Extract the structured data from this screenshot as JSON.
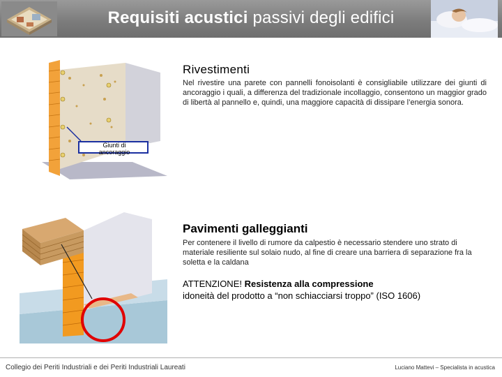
{
  "header": {
    "title_bold": "Requisiti acustici",
    "title_rest": " passivi degli edifici"
  },
  "section1": {
    "title": "Rivestimenti",
    "text": "Nel rivestire una parete con pannelli fonoisolanti è consigliabile utilizzare dei giunti di ancoraggio i quali, a differenza del tradizionale incollaggio, consentono un maggior grado di libertà al pannello e, quindi, una maggiore capacità di dissipare l’energia sonora."
  },
  "callout": {
    "line1": "Giunti di",
    "line2": "ancoraggio"
  },
  "section2": {
    "title": "Pavimenti galleggianti",
    "text": "Per contenere il livello di rumore da calpestio è necessario  stendere uno strato di materiale resiliente sul solaio nudo, al fine di creare una barriera di separazione fra la soletta e la caldana"
  },
  "warning": {
    "prefix": "ATTENZIONE! ",
    "bold": "Resistenza alla compressione",
    "line2": "idoneità del prodotto a “non schiacciarsi troppo” (ISO 1606)"
  },
  "footer": {
    "left": "Collegio dei Periti Industriali e dei Periti Industriali Laureati",
    "right": "Luciano Mattevi – Specialista in acustica"
  },
  "colors": {
    "header_bg": "#7d7d7d",
    "callout_border": "#1a2fa0",
    "highlight_circle": "#e00000",
    "brick": "#f0a030"
  }
}
